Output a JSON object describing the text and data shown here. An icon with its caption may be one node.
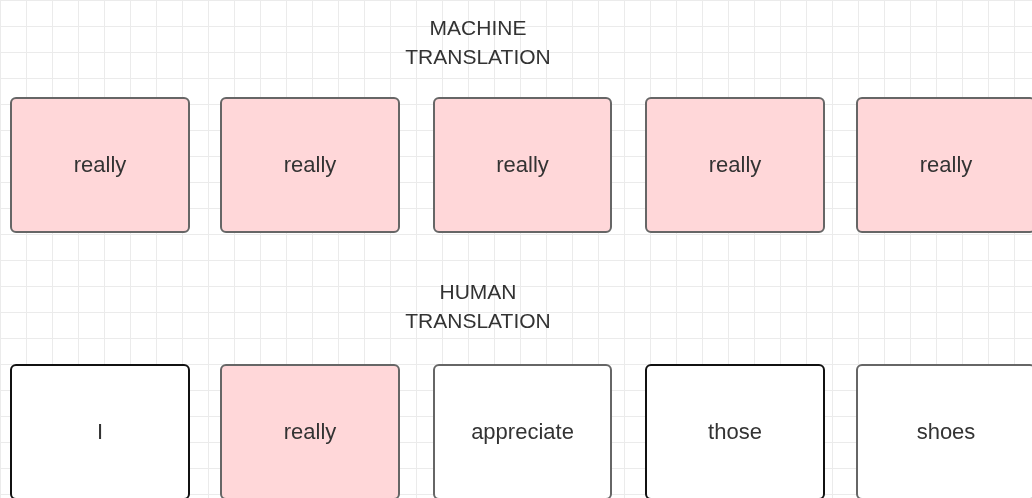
{
  "diagram": {
    "nodes": [
      {
        "text": [
          "really"
        ]
      },
      {
        "text": [
          "really"
        ]
      },
      {
        "text": [
          "really"
        ]
      },
      {
        "text": [
          "really"
        ]
      },
      {
        "text": [
          "really"
        ]
      },
      {
        "text": [
          "I"
        ]
      },
      {
        "text": [
          "really"
        ]
      },
      {
        "text": [
          "appreciate"
        ]
      },
      {
        "text": [
          "those"
        ]
      },
      {
        "text": [
          "shoes"
        ]
      }
    ],
    "labels": [
      "MACHINE TRANSLATION",
      "HUMAN TRANSLATION"
    ]
  }
}
